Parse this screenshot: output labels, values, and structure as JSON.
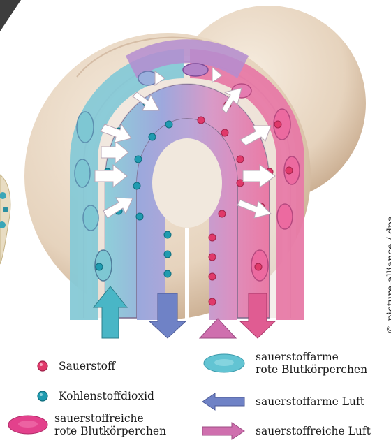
{
  "credit": "© picture-alliance / dpa",
  "legend": {
    "oxygen": "Sauerstoff",
    "carbon_dioxide": "Kohlenstoffdioxid",
    "oxygen_rich_rbc": {
      "line1": "sauerstoffreiche",
      "line2": "rote Blutkörperchen"
    },
    "oxygen_poor_rbc": {
      "line1": "sauerstoffarme",
      "line2": "rote Blutkörperchen"
    },
    "oxygen_poor_air": "sauerstoffarme Luft",
    "oxygen_rich_air": "sauerstoffreiche Luft"
  },
  "colors": {
    "oxygen_dot": "#e0396a",
    "co2_dot": "#1f9bb0",
    "oxygen_rich_blood": "#e77aa6",
    "oxygen_poor_blood": "#86c9d6",
    "oxygen_poor_air": "#6f82c6",
    "oxygen_rich_air": "#cf6fae",
    "alveolus": "#ead9c5"
  }
}
